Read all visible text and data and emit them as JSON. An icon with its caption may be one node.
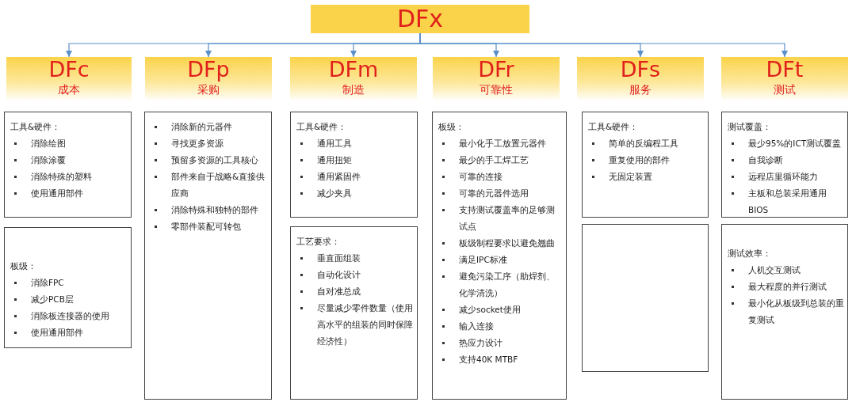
{
  "diagram": {
    "nodes": [
      {
        "text": [
          "DFx"
        ]
      },
      {
        "text": [
          "DFc",
          "成本"
        ]
      },
      {
        "text": [
          "DFp",
          "采购"
        ]
      },
      {
        "text": [
          "DFm",
          "制造"
        ]
      },
      {
        "text": [
          "DFr",
          "可靠性"
        ]
      },
      {
        "text": [
          "DFs",
          "服务"
        ]
      },
      {
        "text": [
          "DFt",
          "测试"
        ]
      },
      {
        "text": [
          "工具&硬件：",
          "消除绘图",
          "消除涂覆",
          "消除特殊的塑料",
          "使用通用部件"
        ]
      },
      {
        "text": [
          "板级：",
          "消除FPC",
          "减少PCB层",
          "消除板连接器的使用",
          "使用通用部件"
        ]
      },
      {
        "text": [
          "消除新的元器件",
          "寻找更多资源",
          "预留多资源的工具核心",
          "部件来自于战略&直接供应商",
          "消除特殊和独特的部件",
          "零部件装配可转包"
        ]
      },
      {
        "text": [
          "工具&硬件：",
          "通用工具",
          "通用扭矩",
          "通用紧固件",
          "减少夹具"
        ]
      },
      {
        "text": [
          "工艺要求：",
          "垂直面组装",
          "自动化设计",
          "自对准总成",
          "尽量减少零件数量（使用高水平的组装的同时保障经济性）"
        ]
      },
      {
        "text": [
          "板级：",
          "最小化手工放置元器件",
          "最少的手工焊工艺",
          "可靠的连接",
          "可靠的元器件选用",
          "支持测试覆盖率的足够测试点",
          "板级制程要求以避免翘曲",
          "满足IPC标准",
          "避免污染工序（助焊剂、化学清洗）",
          "减少socket使用",
          "输入连接",
          "热应力设计",
          "支持40K MTBF"
        ]
      },
      {
        "text": [
          "工具&硬件：",
          "简单的反编程工具",
          "重复使用的部件",
          "无固定装置"
        ]
      },
      {
        "text": [],
        "shape": "box"
      },
      {
        "text": [
          "测试覆盖：",
          "最少95%的ICT测试覆盖",
          "自我诊断",
          "远程店里循环能力",
          "主板和总装采用通用BIOS"
        ]
      },
      {
        "text": [
          "测试效率：",
          "人机交互测试",
          "最大程度的并行测试",
          "最小化从板级到总装的重复测试"
        ]
      }
    ],
    "edges": [
      {
        "from": 0,
        "to": 1,
        "arrow": "to"
      },
      {
        "from": 0,
        "to": 2,
        "arrow": "to"
      },
      {
        "from": 0,
        "to": 3,
        "arrow": "to"
      },
      {
        "from": 0,
        "to": 4,
        "arrow": "to"
      },
      {
        "from": 0,
        "to": 5,
        "arrow": "to"
      },
      {
        "from": 0,
        "to": 6,
        "arrow": "to"
      }
    ]
  }
}
